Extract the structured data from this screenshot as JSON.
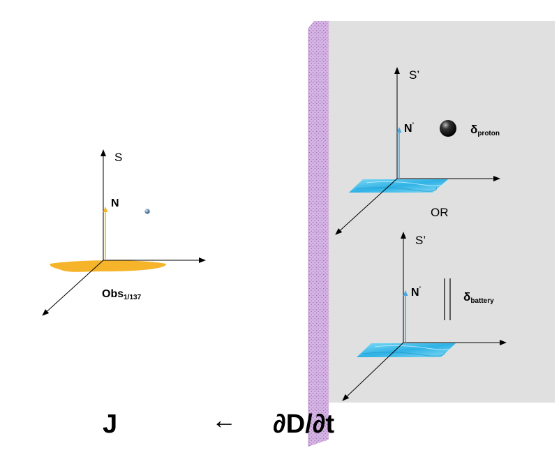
{
  "colors": {
    "right_panel_bg": "#e0e0e0",
    "wall": "#d7b4e6",
    "wall_dots": "#6e4a7e",
    "obs_disk": "#f5b42a",
    "obs_n_arrow": "#f5b42a",
    "water": "#4fc3ea",
    "n_prime_arrow": "#4aa8e0",
    "axes": "#000000"
  },
  "left_frame": {
    "axis_label": "S",
    "n_label": "N",
    "observer_label": "Obs",
    "observer_subscript": "1/137"
  },
  "top_right_frame": {
    "axis_label": "S’",
    "n_label": "N",
    "n_superscript": "’",
    "delta_symbol": "δ",
    "delta_subscript": "proton"
  },
  "or_label": "OR",
  "bottom_right_frame": {
    "axis_label": "S’",
    "n_label": "N",
    "n_superscript": "’",
    "delta_symbol": "δ",
    "delta_subscript": "battery"
  },
  "equation": {
    "lhs": "J",
    "arrow": "←",
    "rhs": "∂D/∂t"
  }
}
